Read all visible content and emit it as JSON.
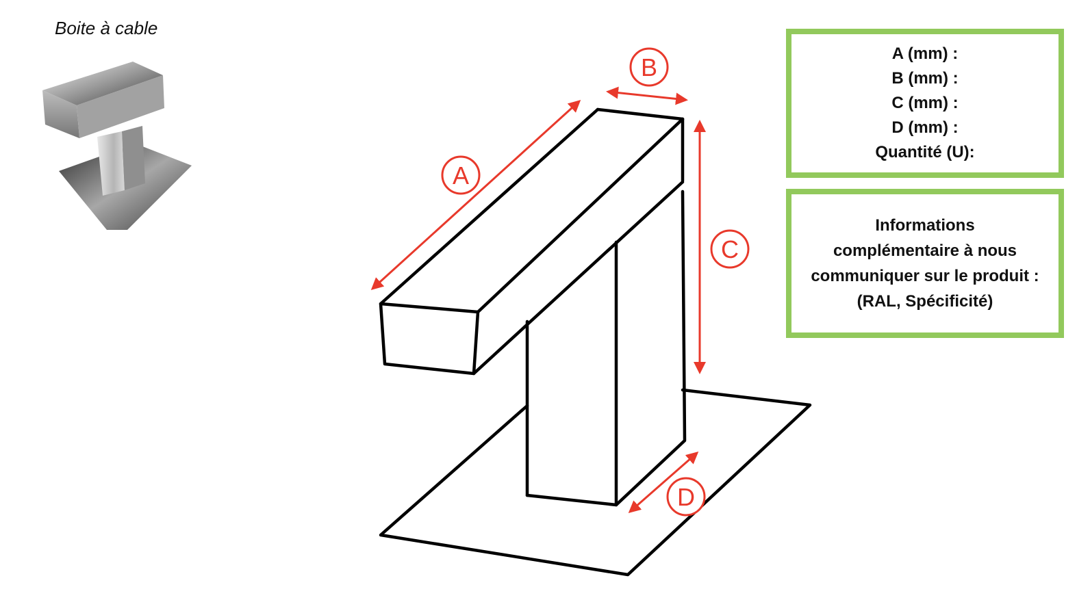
{
  "caption": "Boite à cable",
  "dimensions": {
    "a": "A",
    "b": "B",
    "c": "C",
    "d": "D"
  },
  "form": {
    "fields": [
      "A (mm) :",
      "B (mm) :",
      "C (mm) :",
      "D (mm) :",
      "Quantité (U):"
    ]
  },
  "info": {
    "lines": [
      "Informations",
      "complémentaire à nous",
      "communiquer sur le produit :",
      "(RAL, Spécificité)"
    ]
  },
  "colors": {
    "accent_frame": "#92c95c",
    "dimension_red": "#e8392b",
    "outline": "#000000"
  },
  "icons": {
    "product_photo": "metal-cable-box-photo"
  }
}
